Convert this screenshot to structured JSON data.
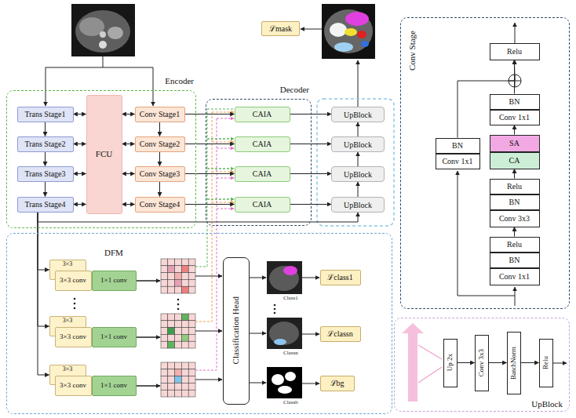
{
  "diagram": {
    "nodes": [
      {
        "text": [
          "ℒmask"
        ]
      },
      {
        "text": [
          "Encoder"
        ]
      },
      {
        "text": [
          "Trans Stage1"
        ],
        "in": 1
      },
      {
        "text": [
          "Trans Stage2"
        ],
        "in": 1
      },
      {
        "text": [
          "Trans Stage3"
        ],
        "in": 1
      },
      {
        "text": [
          "Trans Stage4"
        ],
        "in": 1
      },
      {
        "text": [
          "FCU"
        ],
        "in": 1
      },
      {
        "text": [
          "Conv Stage1"
        ],
        "in": 1
      },
      {
        "text": [
          "Conv Stage2"
        ],
        "in": 1
      },
      {
        "text": [
          "Conv Stage3"
        ],
        "in": 1
      },
      {
        "text": [
          "Conv Stage4"
        ],
        "in": 1
      },
      {
        "text": [
          "Decoder"
        ]
      },
      {
        "text": [
          "CAIA"
        ],
        "in": 11
      },
      {
        "text": [
          "CAIA"
        ],
        "in": 11
      },
      {
        "text": [
          "CAIA"
        ],
        "in": 11
      },
      {
        "text": [
          "CAIA"
        ],
        "in": 11
      },
      {
        "text": [
          "UpBlock"
        ]
      },
      {
        "text": [
          "UpBlock"
        ]
      },
      {
        "text": [
          "UpBlock"
        ]
      },
      {
        "text": [
          "UpBlock"
        ]
      },
      {
        "text": [
          "Conv Stage"
        ]
      },
      {
        "text": [
          "Relu"
        ],
        "in": 20
      },
      {
        "text": [
          "BN"
        ],
        "in": 20
      },
      {
        "text": [
          "Conv 1x1"
        ],
        "in": 20
      },
      {
        "text": [
          "SA"
        ],
        "in": 20
      },
      {
        "text": [
          "CA"
        ],
        "in": 20
      },
      {
        "text": [
          "BN"
        ],
        "in": 20
      },
      {
        "text": [
          "Conv 1x1"
        ],
        "in": 20
      },
      {
        "text": [
          "Relu"
        ],
        "in": 20
      },
      {
        "text": [
          "BN"
        ],
        "in": 20
      },
      {
        "text": [
          "Conv 3x3"
        ],
        "in": 20
      },
      {
        "text": [
          "Relu"
        ],
        "in": 20
      },
      {
        "text": [
          "BN"
        ],
        "in": 20
      },
      {
        "text": [
          "Conv 1x1"
        ],
        "in": 20
      },
      {
        "text": [
          "DFM"
        ]
      },
      {
        "text": [
          "3×3"
        ],
        "in": 34
      },
      {
        "text": [
          "3×3 conv"
        ],
        "in": 34
      },
      {
        "text": [
          "1×1 conv"
        ],
        "in": 34
      },
      {
        "text": [
          "Classification Head"
        ],
        "in": 34
      },
      {
        "text": [
          "ℒclass1"
        ],
        "in": 34
      },
      {
        "text": [
          "3×3"
        ],
        "in": 34
      },
      {
        "text": [
          "3×3 conv"
        ],
        "in": 34
      },
      {
        "text": [
          "1×1 conv"
        ],
        "in": 34
      },
      {
        "text": [
          "ℒclassn"
        ],
        "in": 34
      },
      {
        "text": [
          "3×3"
        ],
        "in": 34
      },
      {
        "text": [
          "3×3 conv"
        ],
        "in": 34
      },
      {
        "text": [
          "1×1 conv"
        ],
        "in": 34
      },
      {
        "text": [
          "ℒbg"
        ],
        "in": 34
      },
      {
        "text": [
          "UpBlock"
        ]
      },
      {
        "text": [
          "Up 2x"
        ],
        "in": 48
      },
      {
        "text": [
          "Conv 3x3"
        ],
        "in": 48
      },
      {
        "text": [
          "BatchNorm"
        ],
        "in": 48
      },
      {
        "text": [
          "Relu"
        ],
        "in": 48
      }
    ],
    "edges": [
      {
        "from": 2,
        "to": 3,
        "arrow": "to"
      },
      {
        "from": 3,
        "to": 4,
        "arrow": "to"
      },
      {
        "from": 4,
        "to": 5,
        "arrow": "to"
      },
      {
        "from": 2,
        "to": 6,
        "arrow": "both"
      },
      {
        "from": 3,
        "to": 6,
        "arrow": "both"
      },
      {
        "from": 4,
        "to": 6,
        "arrow": "both"
      },
      {
        "from": 5,
        "to": 6,
        "arrow": "both"
      },
      {
        "from": 6,
        "to": 7,
        "arrow": "both"
      },
      {
        "from": 6,
        "to": 8,
        "arrow": "both"
      },
      {
        "from": 6,
        "to": 9,
        "arrow": "both"
      },
      {
        "from": 6,
        "to": 10,
        "arrow": "both"
      },
      {
        "from": 7,
        "to": 8,
        "arrow": "to"
      },
      {
        "from": 8,
        "to": 9,
        "arrow": "to"
      },
      {
        "from": 9,
        "to": 10,
        "arrow": "to"
      },
      {
        "from": 7,
        "to": 12,
        "arrow": "to"
      },
      {
        "from": 8,
        "to": 13,
        "arrow": "to"
      },
      {
        "from": 9,
        "to": 14,
        "arrow": "to"
      },
      {
        "from": 10,
        "to": 15,
        "arrow": "to"
      },
      {
        "from": 12,
        "to": 16,
        "arrow": "to"
      },
      {
        "from": 13,
        "to": 17,
        "arrow": "to"
      },
      {
        "from": 14,
        "to": 18,
        "arrow": "to"
      },
      {
        "from": 15,
        "to": 19,
        "arrow": "to"
      },
      {
        "from": 19,
        "to": 18,
        "arrow": "to"
      },
      {
        "from": 18,
        "to": 17,
        "arrow": "to"
      },
      {
        "from": 17,
        "to": 16,
        "arrow": "to"
      },
      {
        "from": 5,
        "to": 19,
        "arrow": "to"
      },
      {
        "from": 5,
        "to": 35,
        "arrow": "to"
      },
      {
        "from": 5,
        "to": 40,
        "arrow": "to"
      },
      {
        "from": 5,
        "to": 44,
        "arrow": "to"
      },
      {
        "from": 31,
        "to": 30,
        "arrow": "to"
      },
      {
        "from": 28,
        "to": 25,
        "arrow": "to"
      },
      {
        "from": 24,
        "to": 23,
        "arrow": "to"
      },
      {
        "from": 22,
        "to": 21,
        "arrow": "to"
      },
      {
        "from": 26,
        "to": 21,
        "arrow": "to"
      },
      {
        "from": 49,
        "to": 50,
        "arrow": "to"
      },
      {
        "from": 50,
        "to": 51,
        "arrow": "to"
      },
      {
        "from": 51,
        "to": 52,
        "arrow": "to"
      }
    ],
    "labels": [
      "Class1",
      "Classn",
      "Classb"
    ]
  }
}
